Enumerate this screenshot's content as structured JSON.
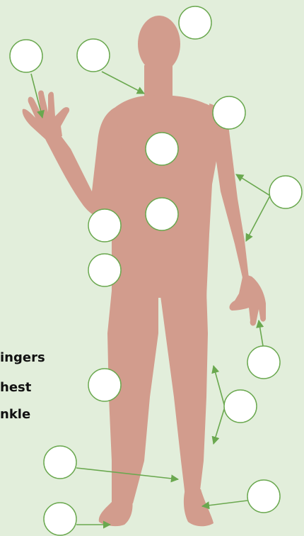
{
  "colors": {
    "background": "#e2eedb",
    "body": "#d29c8d",
    "arrow": "#6aa84f",
    "circle_fill": "#ffffff",
    "circle_stroke": "#6aa84f"
  },
  "word_list": [
    "ingers",
    "hest",
    "nkle"
  ],
  "label_circles": [
    {
      "name": "label-circle-head"
    },
    {
      "name": "label-circle-hand-left"
    },
    {
      "name": "label-circle-neck"
    },
    {
      "name": "label-circle-shoulder"
    },
    {
      "name": "label-circle-chest"
    },
    {
      "name": "label-circle-elbow"
    },
    {
      "name": "label-circle-stomach"
    },
    {
      "name": "label-circle-waist"
    },
    {
      "name": "label-circle-hip"
    },
    {
      "name": "label-circle-fingers-right"
    },
    {
      "name": "label-circle-knee"
    },
    {
      "name": "label-circle-leg"
    },
    {
      "name": "label-circle-shin"
    },
    {
      "name": "label-circle-ankle"
    },
    {
      "name": "label-circle-heel"
    },
    {
      "name": "label-circle-toes"
    }
  ]
}
